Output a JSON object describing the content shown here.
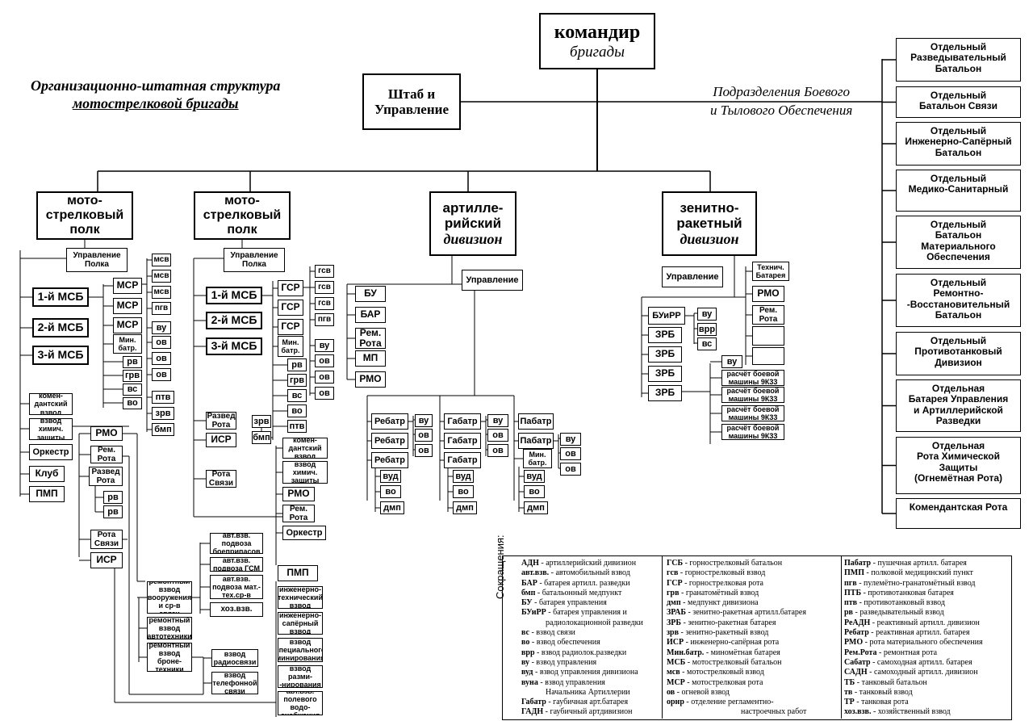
{
  "title_line1": "Организационно-штатная структура",
  "title_line2": "мотострелковой бригады",
  "support_label1": "Подразделения Боевого",
  "support_label2": "и  Тылового Обеспечения",
  "commander_line1": "командир",
  "commander_line2": "бригады",
  "hq": "Штаб  и Управление",
  "reg_title": "мото-\nстрелковый\nполк",
  "reg_mgmt": "Управление Полка",
  "art_title": "артилле-\nрийский",
  "art_title_it": "дивизион",
  "aa_title": "зенитно-\nракетный",
  "aa_title_it": "дивизион",
  "mgmt": "Управление",
  "msb": [
    "1-й МСБ",
    "2-й МСБ",
    "3-й МСБ"
  ],
  "msr": "МСР",
  "gsr": "ГСР",
  "mortar": "Мин. батр.",
  "msv": "мсв",
  "gsv": "гсв",
  "pgv": "пгв",
  "vu": "ву",
  "ov": "ов",
  "rv": "рв",
  "grv": "грв",
  "vs": "вс",
  "vo": "во",
  "ptv": "птв",
  "zrv": "зрв",
  "bmp": "бмп",
  "razved_rota": "Развед Рота",
  "isr": "ИСР",
  "rota_svyazi": "Рота Связи",
  "kom_vzvod": "комен-\nдантский взвод",
  "him_vzvod": "взвод химич. защиты",
  "orkestr": "Оркестр",
  "klub": "Клуб",
  "pmp": "ПМП",
  "rmo": "РМО",
  "rem_rota": "Рем. Рота",
  "avt1": "авт.взв. подвоза боеприпасов",
  "avt2": "авт.взв. подвоза ГСМ",
  "avt3": "авт.взв. подвоза мат.-тех.ср-в",
  "hoz": "хоз.взв.",
  "rem1": "ремонтный взвод вооружения и ср-в связи",
  "rem2": "ремонтный взвод автотехники",
  "rem3": "ремонтный взвод броне-\nтехники",
  "radio": "взвод радиосвязи",
  "tel": "взвод телефонной связи",
  "ing_tech": "инженерно-\nтехнический взвод",
  "ing_sap": "инженерно-\nсапёрный взвод",
  "spec_min": "взвод специального минирования",
  "razm": "взвод разми-\n-нирования",
  "vodo": "авт.взв. полевого водо-\nснабжения",
  "bu": "БУ",
  "bar": "БАР",
  "rem_rota_art": "Рем. Рота",
  "mp": "МП",
  "rebatr": "Ребатр",
  "gabatr": "Габатр",
  "pabatr": "Пабатр",
  "vud": "вуд",
  "dmp": "дмп",
  "tech_batr": "Технич. Батарея",
  "buirr": "БУиРР",
  "vrr": "врр",
  "zrb": "ЗРБ",
  "raschet": "расчёт боевой машины 9К33",
  "right": [
    "Отдельный\nРазведывательный\nБатальон",
    "Отдельный\nБатальон Связи",
    "Отдельный\nИнженерно-Сапёрный\nБатальон",
    "Отдельный\nМедико-Санитарный",
    "Отдельный\nБатальон\nМатериального\nОбеспечения",
    "Отдельный\nРемонтно-\n-Восстановительный\nБатальон",
    "Отдельный\nПротивотанковый\nДивизион",
    "Отдельная\nБатарея Управления\nи Артиллерийской\nРазведки",
    "Отдельная\nРота  Химической\nЗащиты\n(Огнемётная Рота)",
    "Комендантская  Рота"
  ],
  "legend_title": "Сокращения:",
  "legend": [
    [
      [
        "АДН",
        "артиллерийский дивизион"
      ],
      [
        "авт.взв.",
        "автомобильный взвод"
      ],
      [
        "БАР",
        "батарея артилл. разведки"
      ],
      [
        "бмп",
        "батальонный медпункт"
      ],
      [
        "БУ",
        "батарея управления"
      ],
      [
        "БУиРР",
        "батарея управления и"
      ],
      [
        "",
        "радиолокационной разведки"
      ],
      [
        "вс",
        "взвод связи"
      ],
      [
        "во",
        "взвод обеспечения"
      ],
      [
        "врр",
        "взвод радиолок.разведки"
      ],
      [
        "ву",
        "взвод управления"
      ],
      [
        "вуд",
        "взвод управления дивизиона"
      ],
      [
        "вуна",
        "взвод управления"
      ],
      [
        "",
        "Начальника Артиллерии"
      ],
      [
        "Габатр",
        "гаубичная арт.батарея"
      ],
      [
        "ГАДН",
        "гаубичный артдивизион"
      ]
    ],
    [
      [
        "ГСБ",
        "горнострелковый батальон"
      ],
      [
        "гсв",
        "горнострелковый взвод"
      ],
      [
        "ГСР",
        "горнострелковая рота"
      ],
      [
        "грв",
        "гранатомётный взвод"
      ],
      [
        "дмп",
        "медпункт дивизиона"
      ],
      [
        "ЗРАБ",
        "зенитно-ракетная артилл.батарея"
      ],
      [
        "ЗРБ",
        "зенитно-ракетная батарея"
      ],
      [
        "зрв",
        "зенитно-ракетный взвод"
      ],
      [
        "ИСР",
        "инженерно-сапёрная рота"
      ],
      [
        "Мин.батр.",
        "миномётная батарея"
      ],
      [
        "МСБ",
        "мотострелковый батальон"
      ],
      [
        "мсв",
        "мотострелковый взвод"
      ],
      [
        "МСР",
        "мотострелковая рота"
      ],
      [
        "ов",
        "огневой взвод"
      ],
      [
        "орнр",
        "отделение регламентно-"
      ],
      [
        "",
        "настроечных работ"
      ]
    ],
    [
      [
        "Пабатр",
        "пушечная артилл. батарея"
      ],
      [
        "ПМП",
        "полковой медицинский пункт"
      ],
      [
        "пгв",
        "пулемётно-гранатомётный взвод"
      ],
      [
        "ПТБ",
        "противотанковая батарея"
      ],
      [
        "птв",
        "противотанковый взвод"
      ],
      [
        "рв",
        "разведывательный взвод"
      ],
      [
        "РеАДН",
        "реактивный артилл. дивизион"
      ],
      [
        "Ребатр",
        "реактивная артилл. батарея"
      ],
      [
        "РМО",
        "рота материального обеспечения"
      ],
      [
        "Рем.Рота",
        "ремонтная рота"
      ],
      [
        "Сабатр",
        "самоходная артилл. батарея"
      ],
      [
        "САДН",
        "самоходный артилл. дивизион"
      ],
      [
        "ТБ",
        "танковый батальон"
      ],
      [
        "тв",
        "танковый взвод"
      ],
      [
        "ТР",
        "танковая рота"
      ],
      [
        "хоз.взв.",
        "хозяйственный взвод"
      ]
    ]
  ]
}
